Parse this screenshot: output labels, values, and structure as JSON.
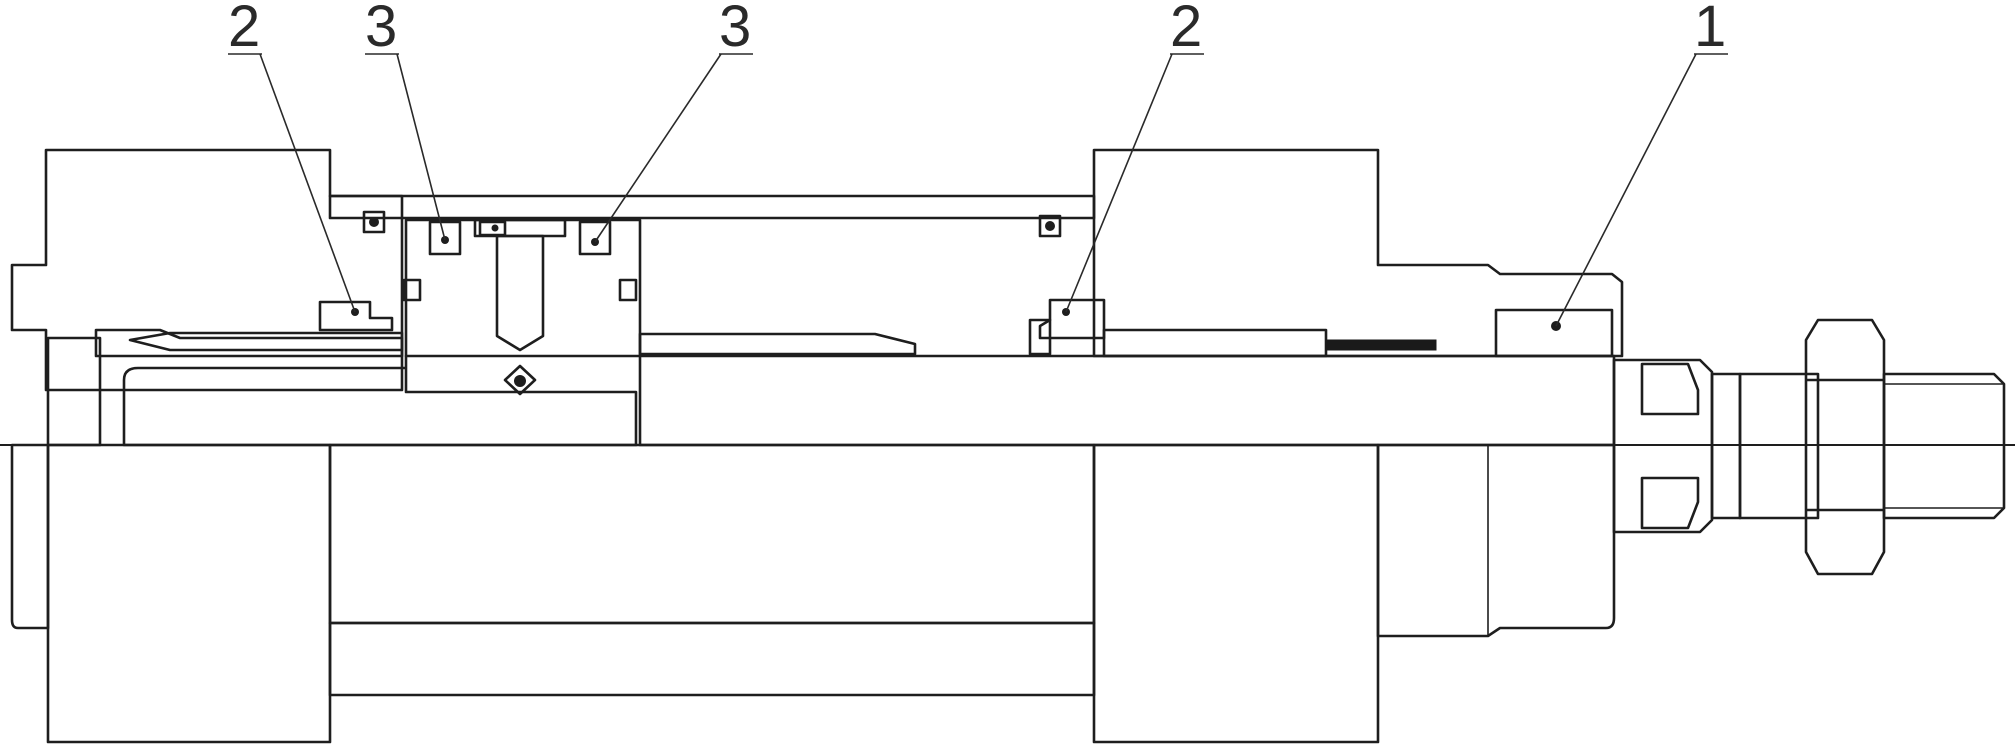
{
  "diagram": {
    "callouts": [
      {
        "id": "c1",
        "label": "2"
      },
      {
        "id": "c2",
        "label": "3"
      },
      {
        "id": "c3",
        "label": "3"
      },
      {
        "id": "c4",
        "label": "2"
      },
      {
        "id": "c5",
        "label": "1"
      }
    ],
    "colors": {
      "hatch": "#1e1e1e",
      "seal_blue": "#1f6fd6",
      "wiper_black": "#1a1a1a",
      "rod_light": "#f2f2f2",
      "rod_dark": "#b9b9b9"
    }
  }
}
